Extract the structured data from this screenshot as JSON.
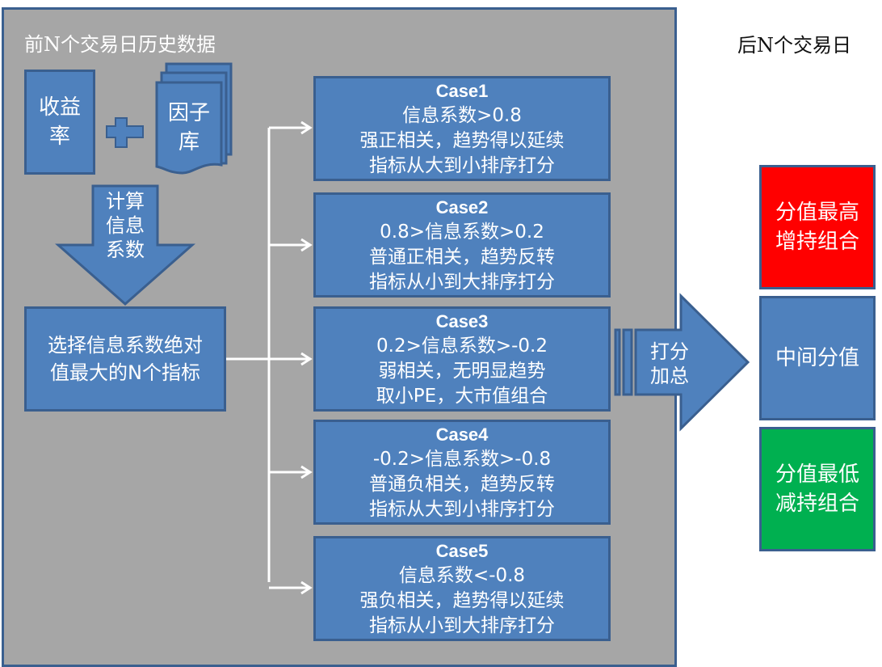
{
  "panel": {
    "title": "前N个交易日历史数据",
    "returns_box": [
      "收益",
      "率"
    ],
    "plus_symbol": "plus",
    "factor_box": [
      "因子",
      "库"
    ],
    "compute_arrow": [
      "计算",
      "信息",
      "系数"
    ],
    "select_box": [
      "选择信息系数绝对",
      "值最大的N个指标"
    ]
  },
  "cases": [
    {
      "title": "Case1",
      "lines": [
        "信息系数>0.8",
        "强正相关，趋势得以延续",
        "指标从大到小排序打分"
      ]
    },
    {
      "title": "Case2",
      "lines": [
        "0.8>信息系数>0.2",
        "普通正相关，趋势反转",
        "指标从小到大排序打分"
      ]
    },
    {
      "title": "Case3",
      "lines": [
        "0.2>信息系数>-0.2",
        "弱相关，无明显趋势",
        "取小PE，大市值组合"
      ]
    },
    {
      "title": "Case4",
      "lines": [
        "-0.2>信息系数>-0.8",
        "普通负相关，趋势反转",
        "指标从大到小排序打分"
      ]
    },
    {
      "title": "Case5",
      "lines": [
        "信息系数<-0.8",
        "强负相关，趋势得以延续",
        "指标从小到大排序打分"
      ]
    }
  ],
  "score_arrow": [
    "打分",
    "加总"
  ],
  "right": {
    "title": "后N个交易日",
    "boxes": [
      {
        "lines": [
          "分值最高",
          "增持组合"
        ],
        "color": "#ff0000"
      },
      {
        "lines": [
          "中间分值"
        ],
        "color": "#4f81bd"
      },
      {
        "lines": [
          "分值最低",
          "减持组合"
        ],
        "color": "#00b050"
      }
    ]
  }
}
